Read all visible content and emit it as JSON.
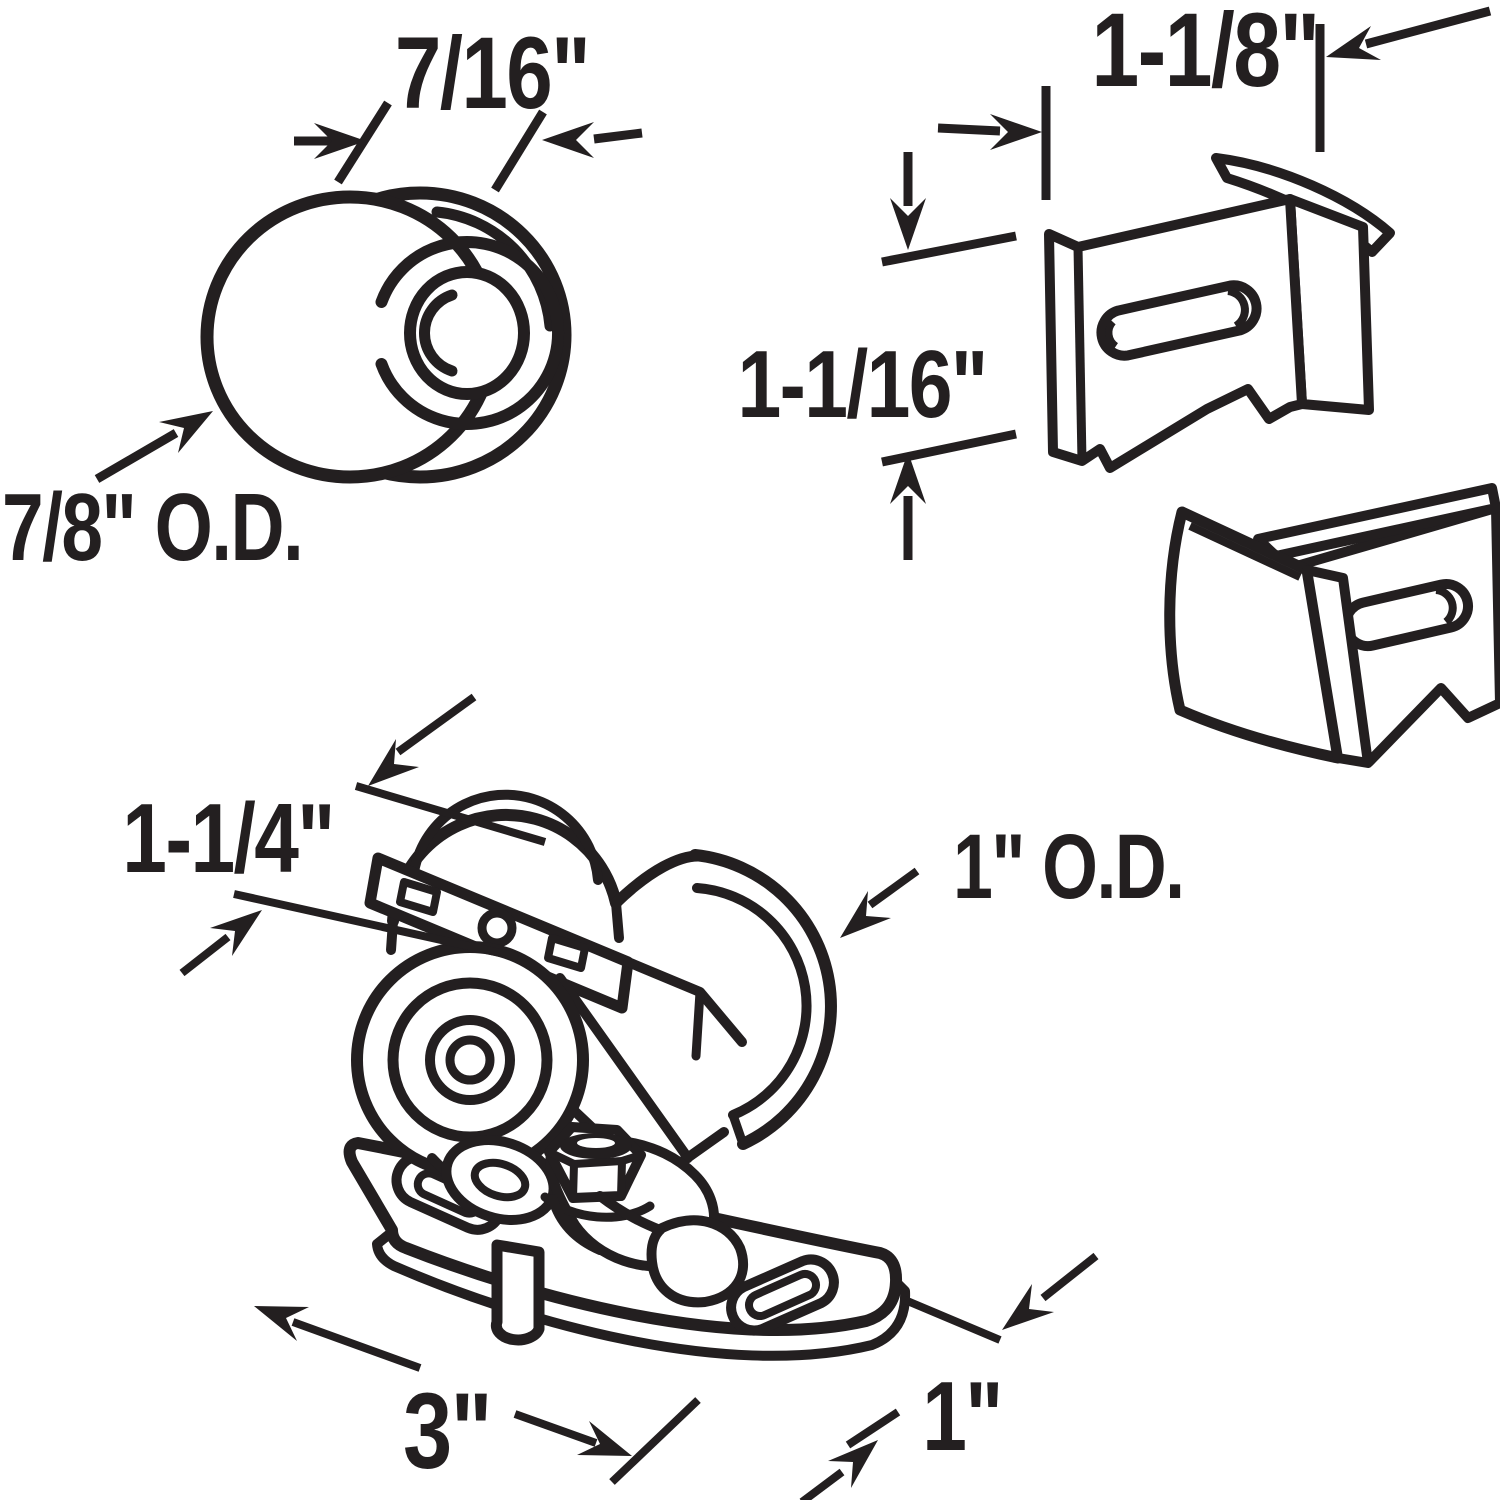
{
  "diagram": {
    "type": "technical-line-drawing",
    "background": "#ffffff",
    "ink": "#231f20",
    "parts": {
      "roller": {
        "name": "roller-wheel",
        "width_label": "7/16\"",
        "od_label": "7/8\" O.D."
      },
      "guide": {
        "name": "door-guide-clips",
        "width_label": "1-1/8\"",
        "height_label": "1-1/16\""
      },
      "assembly": {
        "name": "twin-wheel-roller-bracket",
        "roller_width_label": "1-1/4\"",
        "roller_od_label": "1\" O.D.",
        "plate_length_label": "3\"",
        "plate_width_label": "1\""
      }
    }
  }
}
